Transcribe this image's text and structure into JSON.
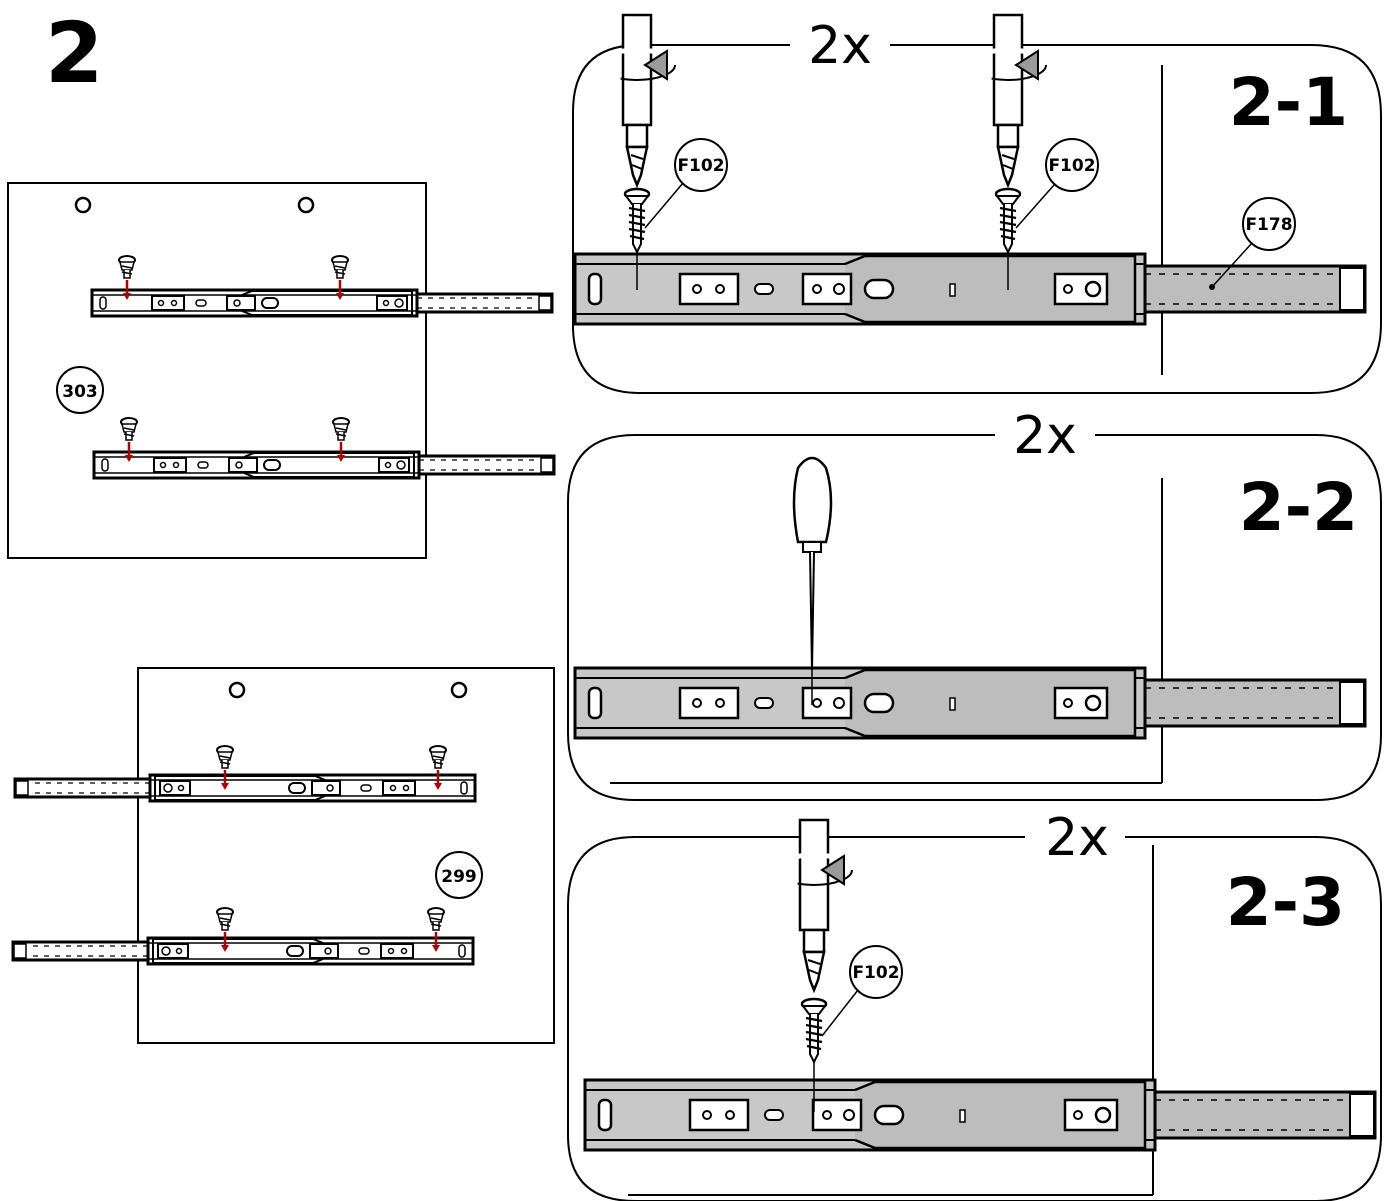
{
  "step": {
    "number": "2"
  },
  "panel_2_1": {
    "label": "2-1",
    "multiplier": "2x",
    "screw_left": "F102",
    "screw_right": "F102",
    "slide_part": "F178"
  },
  "panel_2_2": {
    "label": "2-2",
    "multiplier": "2x"
  },
  "panel_2_3": {
    "label": "2-3",
    "multiplier": "2x",
    "screw": "F102"
  },
  "board_top": {
    "part": "303"
  },
  "board_bottom": {
    "part": "299"
  },
  "colors": {
    "rail_fill": "#c8c8c8",
    "line": "#000000",
    "arrow": "#b30000",
    "panel_bg": "#ffffff"
  }
}
